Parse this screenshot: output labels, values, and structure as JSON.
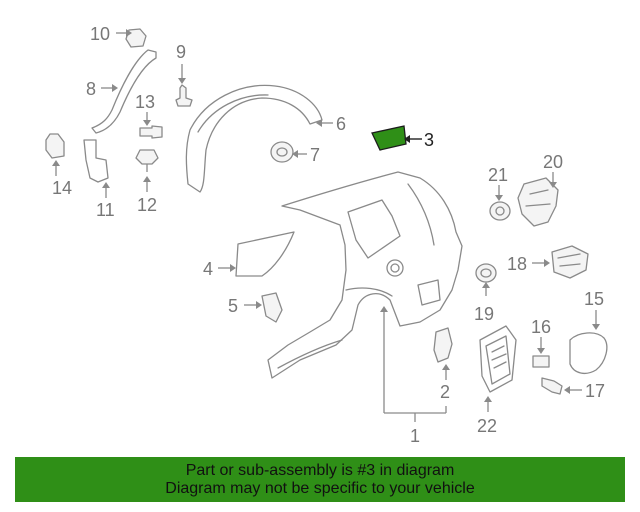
{
  "callouts": {
    "c1": "1",
    "c2": "2",
    "c3": "3",
    "c4": "4",
    "c5": "5",
    "c6": "6",
    "c7": "7",
    "c8": "8",
    "c9": "9",
    "c10": "10",
    "c11": "11",
    "c12": "12",
    "c13": "13",
    "c14": "14",
    "c15": "15",
    "c16": "16",
    "c17": "17",
    "c18": "18",
    "c19": "19",
    "c20": "20",
    "c21": "21",
    "c22": "22"
  },
  "highlighted_part": "3",
  "colors": {
    "highlight": "#2f8f17",
    "footer_bg": "#2f8f17",
    "line": "#8a8a8a"
  },
  "footer": {
    "line1": "Part or sub-assembly is #3 in diagram",
    "line2": "Diagram may not be specific to your vehicle"
  }
}
